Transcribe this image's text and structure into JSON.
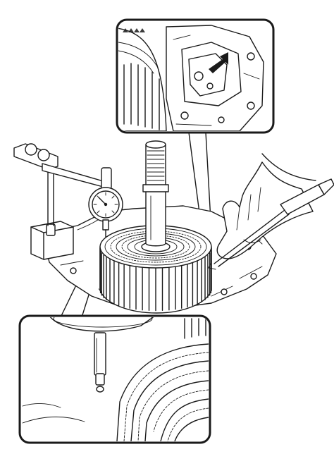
{
  "illustration": {
    "main_view": "transmission-case-with-clutch-drum-and-dial-indicator",
    "callout_top": "detail-inset-arrow-pointing-at-case-hole",
    "callout_bottom": "detail-inset-dial-indicator-plunger-on-clutch-pack",
    "icons": [
      "arrow-icon",
      "dial-indicator-icon",
      "magnetic-base-icon",
      "air-nozzle-icon",
      "hand-icon"
    ],
    "colors": {
      "ink": "#1a1a1a",
      "paper": "#ffffff"
    }
  }
}
